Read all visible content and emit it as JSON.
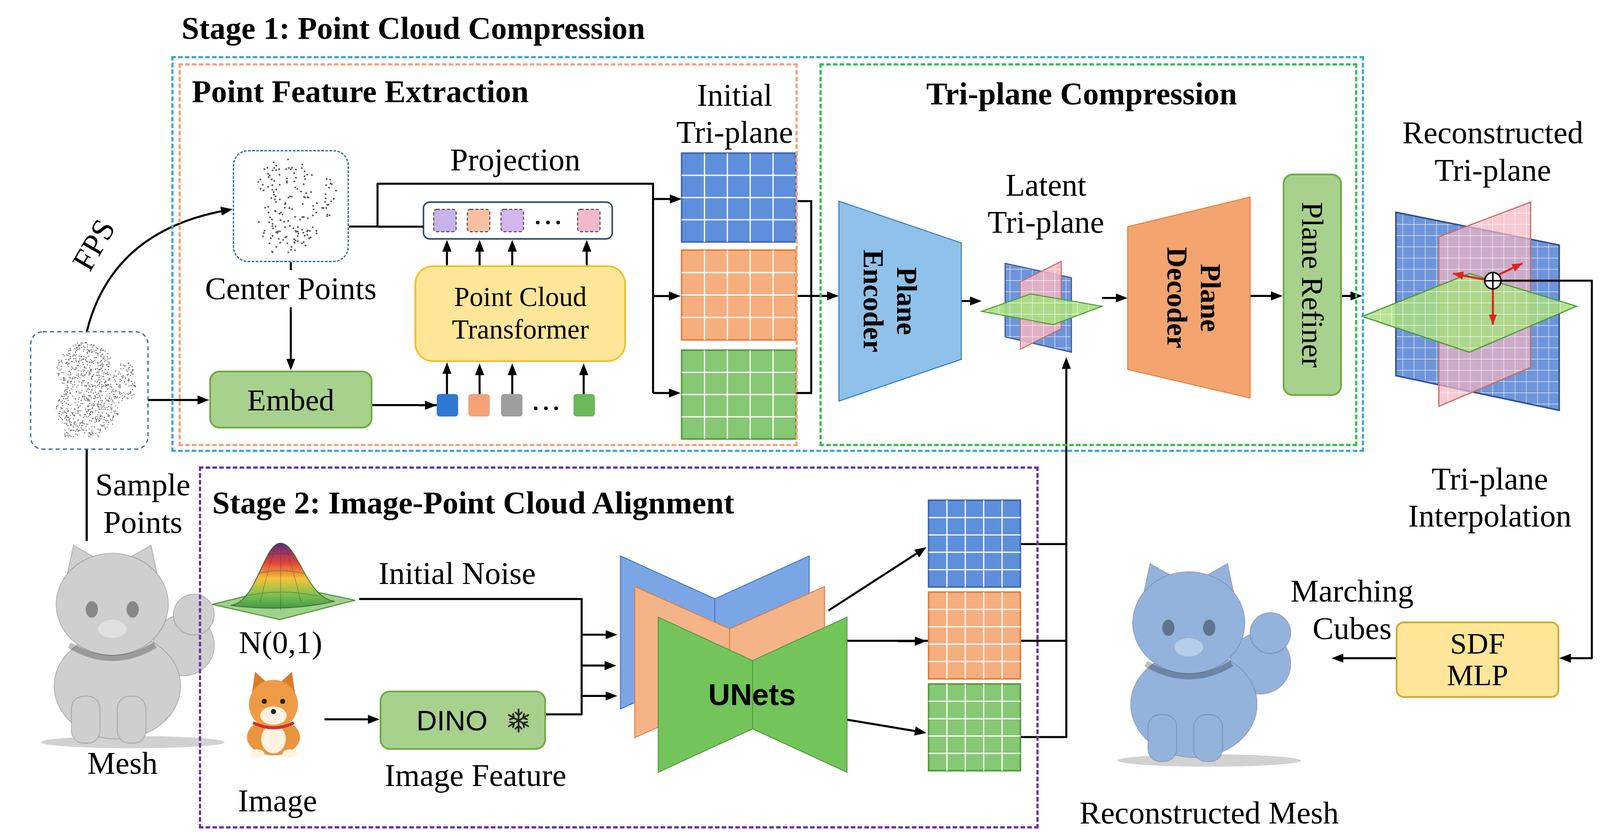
{
  "diagram": {
    "nodes": [
      {
        "text": [
          "Stage 1: Point Cloud Compression"
        ]
      },
      {
        "text": [
          "Point Feature Extraction"
        ],
        "in": 0
      },
      {
        "text": [
          "Center Points"
        ],
        "in": 1
      },
      {
        "text": [
          "Point Cloud Transformer"
        ],
        "in": 1
      },
      {
        "text": [
          "Embed"
        ],
        "in": 1
      },
      {
        "text": [
          "Initial Tri-plane"
        ],
        "in": 1
      },
      {
        "text": [
          "Tri-plane Compression"
        ],
        "in": 0
      },
      {
        "text": [
          "Plane Encoder"
        ],
        "in": 6
      },
      {
        "text": [
          "Latent Tri-plane"
        ],
        "in": 6
      },
      {
        "text": [
          "Plane Decoder"
        ],
        "in": 6
      },
      {
        "text": [
          "Plane Refiner"
        ],
        "in": 6
      },
      {
        "text": [
          "Reconstructed Tri-plane",
          "Tri-plane Interpolation"
        ]
      },
      {
        "text": [
          "Mesh"
        ]
      },
      {
        "text": [
          "Stage 2: Image-Point Cloud Alignment"
        ]
      },
      {
        "text": [
          "N(0,1)"
        ],
        "in": 13
      },
      {
        "text": [
          "Image"
        ],
        "in": 13
      },
      {
        "text": [
          "DINO",
          "Image Feature"
        ],
        "in": 13
      },
      {
        "text": [
          "UNets"
        ],
        "in": 13
      },
      {
        "text": [
          "Reconstructed Mesh"
        ]
      },
      {
        "text": [
          "SDF MLP"
        ]
      }
    ],
    "edges": [
      {
        "from": 12,
        "to": 2,
        "label": "FPS",
        "arrow": "to"
      },
      {
        "from": 12,
        "to": 4,
        "arrow": "to"
      },
      {
        "from": 2,
        "to": 4,
        "arrow": "to"
      },
      {
        "from": 2,
        "to": 5,
        "label": "Projection",
        "arrow": "to"
      },
      {
        "from": 4,
        "to": 3,
        "arrow": "to"
      },
      {
        "from": 5,
        "to": 7,
        "arrow": "to"
      },
      {
        "from": 7,
        "to": 8,
        "arrow": "to"
      },
      {
        "from": 8,
        "to": 9,
        "arrow": "to"
      },
      {
        "from": 9,
        "to": 10,
        "arrow": "to"
      },
      {
        "from": 10,
        "to": 11,
        "arrow": "to"
      },
      {
        "from": 11,
        "to": 19,
        "arrow": "to"
      },
      {
        "from": 19,
        "to": 18,
        "label": "Marching Cubes",
        "arrow": "to"
      },
      {
        "from": 14,
        "to": 17,
        "label": "Initial Noise",
        "arrow": "to"
      },
      {
        "from": 15,
        "to": 16,
        "arrow": "to"
      },
      {
        "from": 16,
        "to": 17,
        "arrow": "to"
      },
      {
        "from": 17,
        "to": 8,
        "arrow": "to"
      }
    ],
    "labels": [
      "Sample Points"
    ]
  }
}
